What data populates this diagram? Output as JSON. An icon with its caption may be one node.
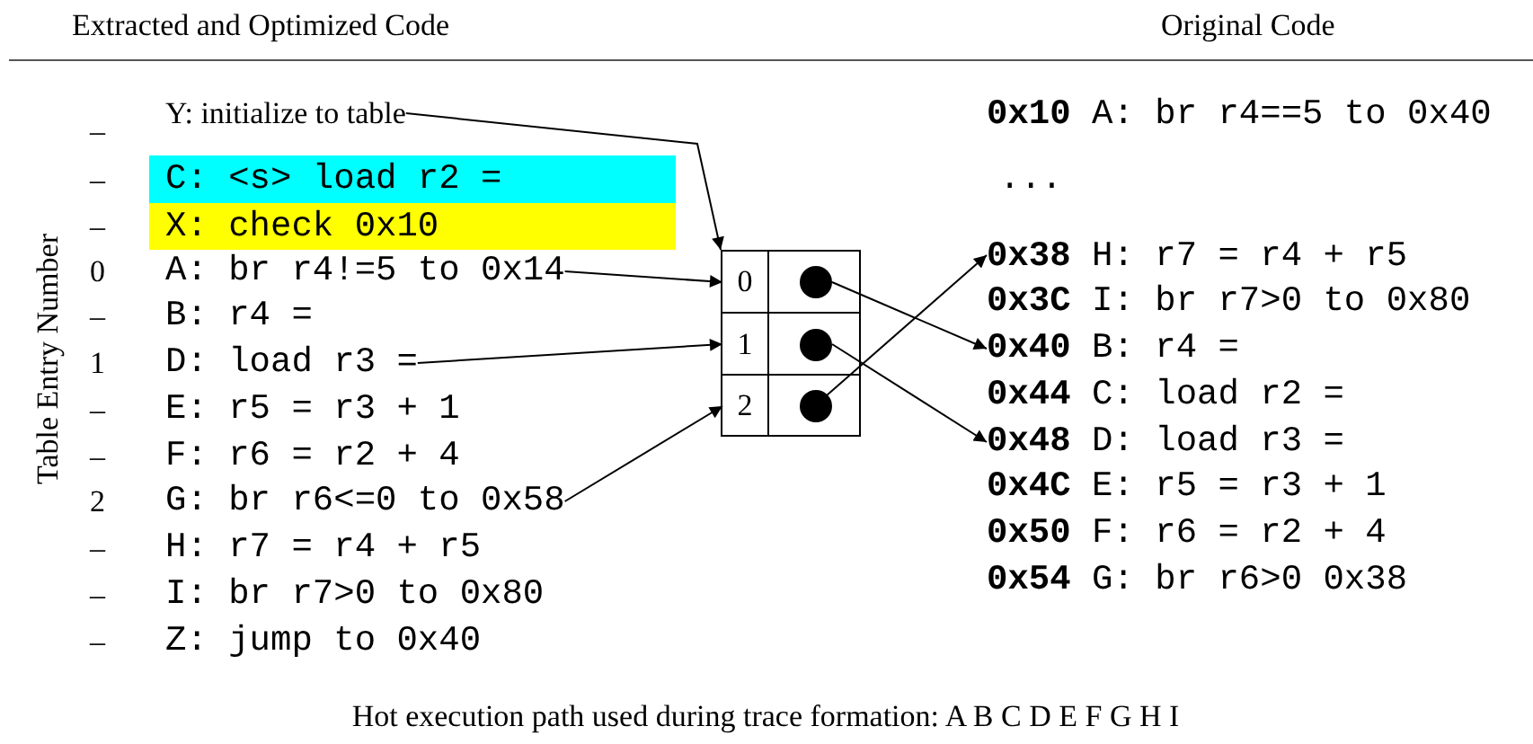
{
  "diagram": {
    "caption": "Hot execution path used during trace formation: A B C D E F G H I",
    "nodes": [
      {
        "text": [
          "Y: initialize to table"
        ]
      },
      {
        "text": [
          "C: <s> load r2 ="
        ]
      },
      {
        "text": [
          "X: check 0x10"
        ]
      },
      {
        "text": [
          "A: br r4!=5 to 0x14"
        ]
      },
      {
        "text": [
          "D: load r3 ="
        ]
      },
      {
        "text": [
          "G: br r6<=0 to 0x58"
        ]
      },
      {
        "text": [],
        "shape": "box"
      },
      {
        "text": [
          "0"
        ],
        "in": 6
      },
      {
        "text": [],
        "shape": "circle",
        "in": 6
      },
      {
        "text": [
          "1"
        ],
        "in": 6
      },
      {
        "text": [],
        "shape": "circle",
        "in": 6
      },
      {
        "text": [
          "2"
        ],
        "in": 6
      },
      {
        "text": [],
        "shape": "circle",
        "in": 6
      },
      {
        "text": [
          "**0x38** H: r7 = r4 + r5"
        ]
      },
      {
        "text": [
          "**0x40** B: r4 ="
        ]
      },
      {
        "text": [
          "**0x48** D: load r3 ="
        ]
      }
    ],
    "edges": [
      {
        "from": 0,
        "to": 6,
        "arrow": "to"
      },
      {
        "from": 3,
        "to": 7,
        "arrow": "to"
      },
      {
        "from": 4,
        "to": 9,
        "arrow": "to"
      },
      {
        "from": 5,
        "to": 11,
        "arrow": "to"
      },
      {
        "from": 8,
        "to": 14,
        "arrow": "to"
      },
      {
        "from": 10,
        "to": 15,
        "arrow": "to"
      },
      {
        "from": 12,
        "to": 13,
        "arrow": "to"
      }
    ],
    "labels": [
      "Extracted and Optimized Code",
      "Original Code",
      "Table Entry Number",
      "–",
      "–",
      "–",
      "0",
      "–",
      "B: r4 =",
      "1",
      "–",
      "E: r5 = r3 + 1",
      "–",
      "F: r6 = r2 + 4",
      "2",
      "–",
      "H: r7 = r4 + r5",
      "–",
      "I: br r7>0 to 0x80",
      "–",
      "Z: jump to 0x40",
      "**0x10** A: br r4==5 to 0x40",
      "...",
      "**0x3C** I: br r7>0 to 0x80",
      "**0x44** C: load r2 =",
      "**0x4C** E: r5 = r3 + 1",
      "**0x50** F: r6 = r2 + 4",
      "**0x54** G: br r6>0 0x38"
    ]
  }
}
